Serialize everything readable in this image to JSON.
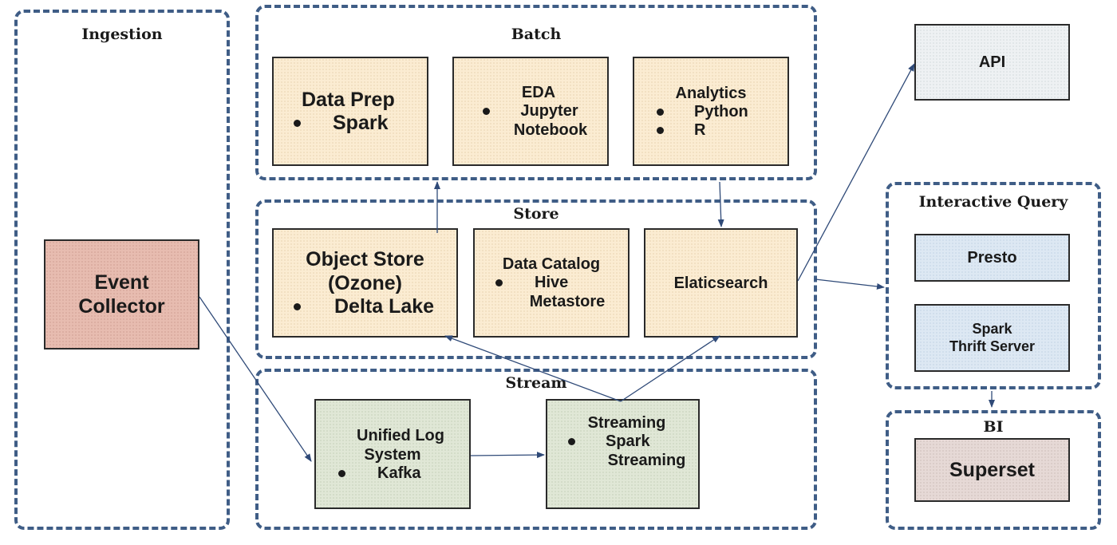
{
  "groups": {
    "ingestion": "Ingestion",
    "batch": "Batch",
    "store": "Store",
    "stream": "Stream",
    "interactive_query": "Interactive Query",
    "bi": "BI"
  },
  "boxes": {
    "event_collector": {
      "title_1": "Event",
      "title_2": "Collector"
    },
    "data_prep": {
      "title": "Data Prep",
      "bullet_1": "Spark"
    },
    "eda": {
      "title": "EDA",
      "bullet_1a": "Jupyter",
      "bullet_1b": "Notebook"
    },
    "analytics": {
      "title": "Analytics",
      "bullet_1": "Python",
      "bullet_2": "R"
    },
    "object_store": {
      "title_1": "Object Store",
      "title_2": "(Ozone)",
      "bullet_1": "Delta Lake"
    },
    "data_catalog": {
      "title": "Data Catalog",
      "bullet_1a": "Hive",
      "bullet_1b": "Metastore"
    },
    "elasticsearch": {
      "title": "Elaticsearch"
    },
    "unified_log": {
      "title_1": "Unified Log",
      "title_2": "System",
      "bullet_1": "Kafka"
    },
    "streaming": {
      "title": "Streaming",
      "bullet_1a": "Spark",
      "bullet_1b": "Streaming"
    },
    "api": {
      "title": "API"
    },
    "presto": {
      "title": "Presto"
    },
    "spark_thrift": {
      "title_1": "Spark",
      "title_2": "Thrift Server"
    },
    "superset": {
      "title": "Superset"
    }
  },
  "colors": {
    "group_border": "#3f5d86",
    "arrow": "#2f4a78",
    "yellow_fill": "#fbecd2",
    "green_fill": "#e0e7d6",
    "blue_fill": "#dde8f3",
    "pink_fill": "#e7bcb0",
    "mauve_fill": "#e6d9d6"
  }
}
